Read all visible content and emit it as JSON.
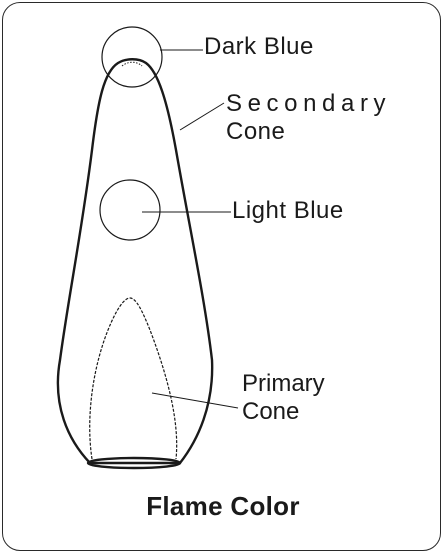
{
  "labels": {
    "dark_blue": "Dark Blue",
    "secondary_cone_line1": "Secondary",
    "secondary_cone_line2": "Cone",
    "light_blue": "Light Blue",
    "primary_cone_line1": "Primary",
    "primary_cone_line2": "Cone"
  },
  "caption": "Flame Color",
  "colors": {
    "stroke": "#1a1a1a",
    "background": "#ffffff"
  }
}
